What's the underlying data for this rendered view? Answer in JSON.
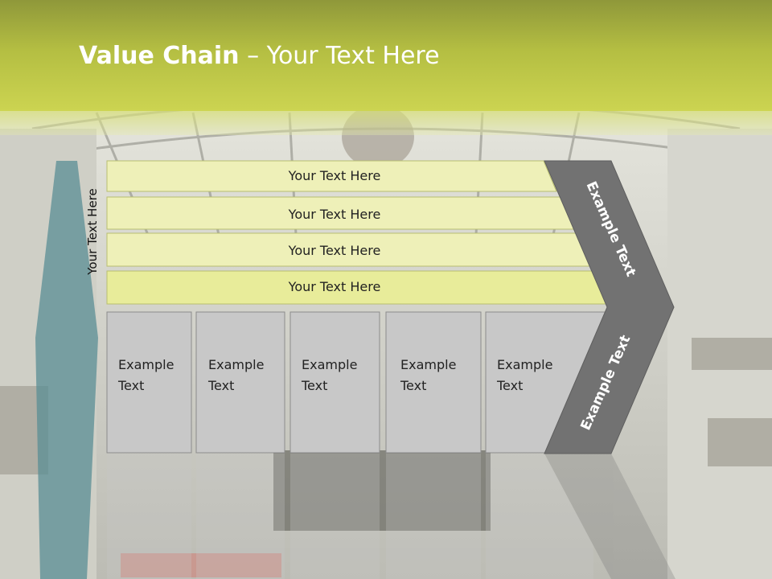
{
  "slide": {
    "title_bold": "Value Chain",
    "title_rest": "– Your Text Here",
    "side_label": "Your Text Here",
    "bars": [
      "Your Text Here",
      "Your Text Here",
      "Your Text Here",
      "Your Text Here"
    ],
    "boxes": [
      [
        "Example",
        "Text"
      ],
      [
        "Example",
        "Text"
      ],
      [
        "Example",
        "Text"
      ],
      [
        "Example",
        "Text"
      ],
      [
        "Example",
        "Text"
      ]
    ],
    "chevron_top": "Example Text",
    "chevron_bottom": "Example Text"
  },
  "colors": {
    "header": "#b4be42",
    "bar_fill": "#eef0b4",
    "bar_stroke": "#b8be70",
    "box_fill": "#c8c8c8",
    "chevron": "#727272"
  }
}
